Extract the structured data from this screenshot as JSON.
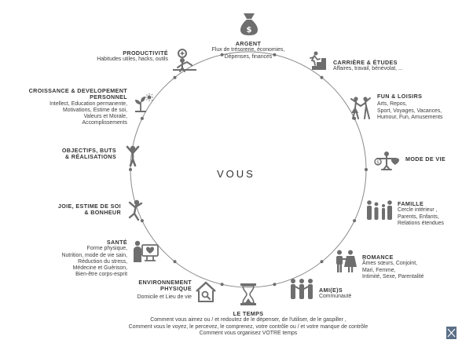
{
  "center": "VOUS",
  "colors": {
    "icon": "#6e6e6e",
    "ring": "#8a8a8a",
    "text": "#3a3a3a",
    "logo": "#5a6e86"
  },
  "icons": {
    "argent": "money-bag-icon",
    "carriere": "climbing-stairs-icon",
    "fun": "dancing-couple-icon",
    "mode": "balance-icon",
    "famille": "family-icon",
    "romance": "couple-icon",
    "amis": "friends-icon",
    "temps": "hourglass-icon",
    "environnement": "house-search-icon",
    "sante": "health-monitor-icon",
    "joie": "jumping-person-icon",
    "objectifs": "arms-raised-icon",
    "croissance": "growing-plant-icon",
    "productivite": "worker-gear-icon"
  },
  "segments": {
    "argent": {
      "title": "ARGENT",
      "lines": [
        "Flux de trésorerie, économies,",
        "Dépenses, finances"
      ]
    },
    "carriere": {
      "title": "CARRIÈRE & ÉTUDES",
      "lines": [
        "Affaires, travail, bénévolat, ..."
      ]
    },
    "fun": {
      "title": "FUN & LOISIRS",
      "lines": [
        "Arts, Repos,",
        "Sport, Voyages, Vacances,",
        "Humour, Fun, Amusements"
      ]
    },
    "mode": {
      "title": "MODE DE VIE",
      "lines": []
    },
    "famille": {
      "title": "FAMILLE",
      "lines": [
        "Cercle intérieur ,",
        "Parents, Enfants,",
        "Relations étendues"
      ]
    },
    "romance": {
      "title": "ROMANCE",
      "lines": [
        "Âmes sœurs, Conjoint,",
        "Mari, Femme,",
        "Intimité, Sexe, Parentalité"
      ]
    },
    "amis": {
      "title": "AMI(E)S",
      "lines": [
        "Communauté"
      ]
    },
    "temps": {
      "title": "LE TEMPS",
      "lines": [
        "Comment vous aimez ou /  et redoutez de le dépenser, de l'utiliser, de le gaspiller ,",
        "Comment vous le voyez, le percevez, le comprenez, votre contrôle ou /  et votre manque de contrôle",
        "Comment vous organisez VOTRE temps"
      ]
    },
    "environnement": {
      "title_lines": [
        "ENVIRONNEMENT",
        "PHYSIQUE"
      ],
      "lines": [
        "Domicile et Lieu de vie"
      ]
    },
    "sante": {
      "title": "SANTÉ",
      "lines": [
        "Forme physique,",
        "Nutrition, mode de vie sain,",
        "Réduction du stress,",
        "Médecine et Guérison,",
        "Bien-être corps-esprit"
      ]
    },
    "joie": {
      "title_lines": [
        "JOIE, ESTIME DE SOI",
        "& BONHEUR"
      ],
      "lines": []
    },
    "objectifs": {
      "title_lines": [
        "OBJECTIFS, BUTS",
        "& RÉALISATIONS"
      ],
      "lines": []
    },
    "croissance": {
      "title_lines": [
        "CROISSANCE & DEVELOPEMENT",
        "PERSONNEL"
      ],
      "lines": [
        "Intellect, Education permanente,",
        "Motivations, Estime de soi,",
        "Valeurs et Morale,",
        "Accomplissements"
      ]
    },
    "productivite": {
      "title": "PRODUCTIVITÉ",
      "lines": [
        "Habitudes utiles, hacks, outils"
      ]
    }
  }
}
